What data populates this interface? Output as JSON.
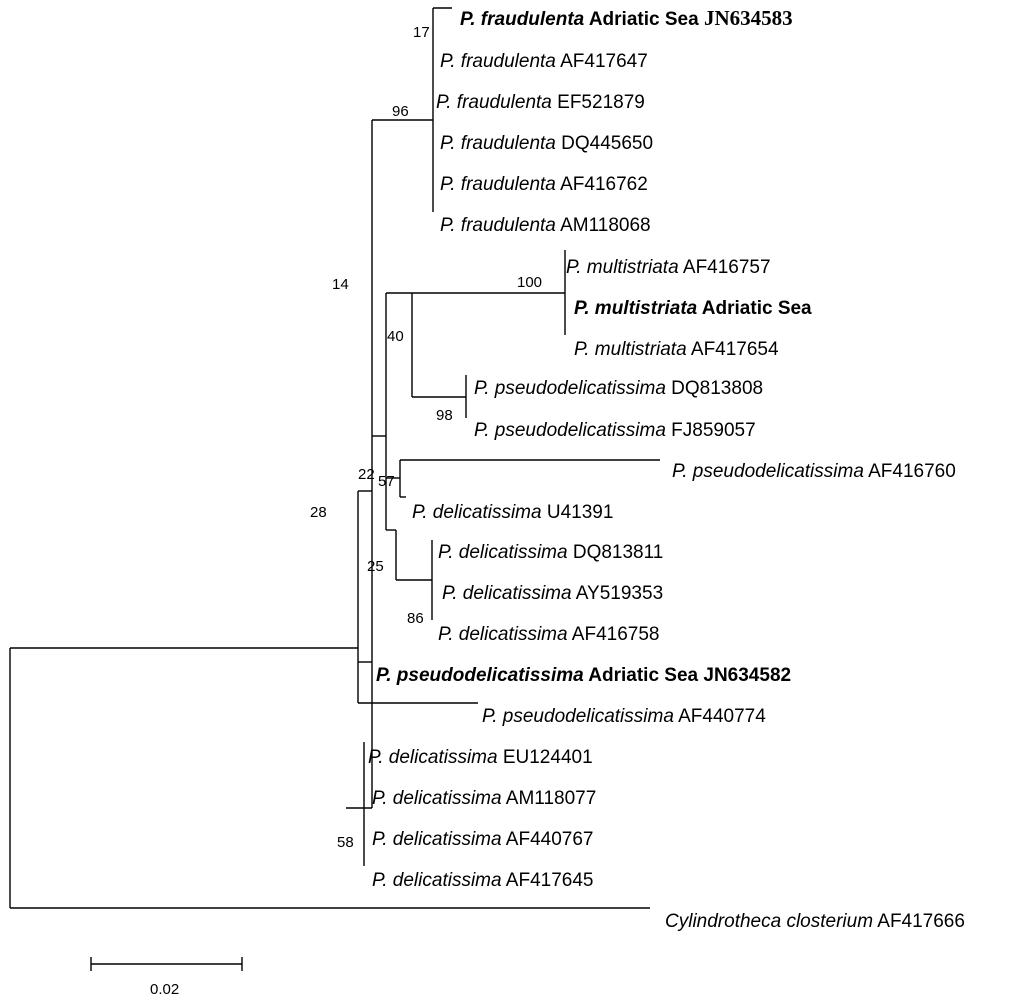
{
  "colors": {
    "line": "#000000",
    "text": "#000000",
    "background": "#ffffff"
  },
  "leaves": [
    {
      "genus": "P.",
      "species": "fraudulenta",
      "rest": "Adriatic Sea",
      "acc": "JN634583",
      "bold": true
    },
    {
      "genus": "P.",
      "species": "fraudulenta",
      "acc": "AF417647",
      "bold": false
    },
    {
      "genus": "P.",
      "species": "fraudulenta",
      "acc": "EF521879",
      "bold": false
    },
    {
      "genus": "P.",
      "species": "fraudulenta",
      "acc": "DQ445650",
      "bold": false
    },
    {
      "genus": "P.",
      "species": "fraudulenta",
      "acc": "AF416762",
      "bold": false
    },
    {
      "genus": "P.",
      "species": "fraudulenta",
      "acc": "AM118068",
      "bold": false
    },
    {
      "genus": "P.",
      "species": "multistriata",
      "acc": "AF416757",
      "bold": false
    },
    {
      "genus": "P.",
      "species": "multistriata",
      "rest": "Adriatic Sea",
      "bold": true
    },
    {
      "genus": "P.",
      "species": "multistriata",
      "acc": "AF417654",
      "bold": false
    },
    {
      "genus": "P.",
      "species": "pseudodelicatissima",
      "acc": "DQ813808",
      "bold": false
    },
    {
      "genus": "P.",
      "species": "pseudodelicatissima",
      "acc": "FJ859057",
      "bold": false
    },
    {
      "genus": "P.",
      "species": "pseudodelicatissima",
      "acc": "AF416760",
      "bold": false
    },
    {
      "genus": "P.",
      "species": "delicatissima",
      "acc": "U41391",
      "bold": false
    },
    {
      "genus": "P.",
      "species": "delicatissima",
      "acc": "DQ813811",
      "bold": false
    },
    {
      "genus": "P.",
      "species": "delicatissima",
      "acc": "AY519353",
      "bold": false
    },
    {
      "genus": "P.",
      "species": "delicatissima",
      "acc": "AF416758",
      "bold": false
    },
    {
      "genus": "P.",
      "species": "pseudodelicatissima",
      "rest": "Adriatic Sea JN634582",
      "bold": true
    },
    {
      "genus": "P.",
      "species": "pseudodelicatissima",
      "acc": "AF440774",
      "bold": false
    },
    {
      "genus": "P.",
      "species": "delicatissima",
      "acc": "EU124401",
      "bold": false
    },
    {
      "genus": "P.",
      "species": "delicatissima",
      "acc": "AM118077",
      "bold": false
    },
    {
      "genus": "P.",
      "species": "delicatissima",
      "acc": "AF440767",
      "bold": false
    },
    {
      "genus": "P.",
      "species": "delicatissima",
      "acc": "AF417645",
      "bold": false
    },
    {
      "genus": "Cylindrotheca",
      "species": "closterium",
      "acc": "AF417666",
      "bold": false
    }
  ],
  "bootstrap": [
    "17",
    "96",
    "14",
    "100",
    "40",
    "98",
    "57",
    "22",
    "28",
    "25",
    "86",
    "58"
  ],
  "scale_bar": {
    "label": "0.02"
  }
}
